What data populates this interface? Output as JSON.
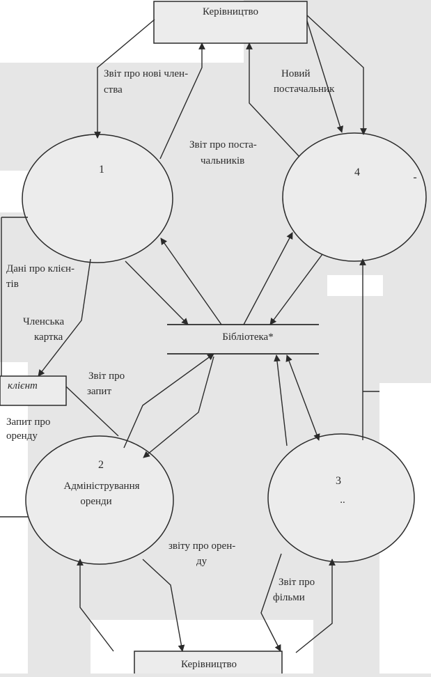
{
  "entities": {
    "management_top": "Керівництво",
    "management_bottom": "Керівництво",
    "client": "клієнт",
    "library_store": "Бібліотека*"
  },
  "processes": {
    "p1": {
      "number": "1"
    },
    "p2": {
      "number": "2",
      "name_line1": "Адміністрування",
      "name_line2": "оренди"
    },
    "p3": {
      "number": "3",
      "dots": ".."
    },
    "p4": {
      "number": "4",
      "mark": "-"
    }
  },
  "flows": {
    "new_members_report": [
      "Звіт про нові член-",
      "ства"
    ],
    "new_supplier": [
      "Новий",
      "постачальник"
    ],
    "suppliers_report": [
      "Звіт про поста-",
      "чальників"
    ],
    "client_data": [
      "Дані про клієн-",
      "тів"
    ],
    "member_card": [
      "Членська",
      "картка"
    ],
    "request_report": [
      "Звіт про",
      "запит"
    ],
    "rental_request": [
      "Запит про",
      "оренду"
    ],
    "rental_report": [
      "звіту про орен-",
      "ду"
    ],
    "films_report": [
      "Звіт про",
      "фільми"
    ]
  },
  "colors": {
    "background": "#e6e6e6",
    "ink": "#2a2a2a",
    "white": "#ffffff"
  }
}
